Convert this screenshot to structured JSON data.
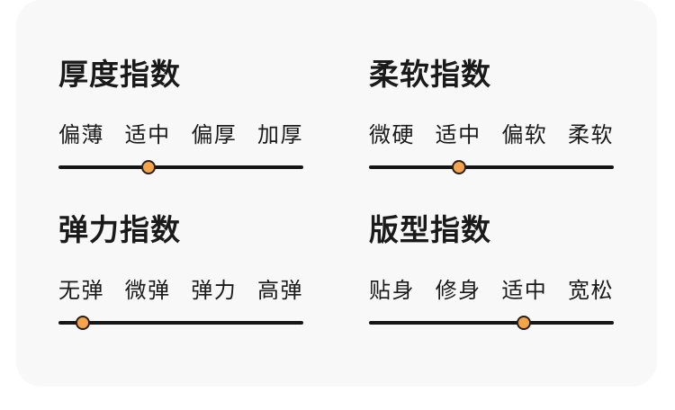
{
  "colors": {
    "page_background": "#ffffff",
    "card_background": "#f8f8f8",
    "text": "#1a1a1a",
    "track": "#151515",
    "dot_fill": "#f5a44b",
    "dot_border": "#26201a"
  },
  "sections": [
    {
      "title": "厚度指数",
      "options": [
        "偏薄",
        "适中",
        "偏厚",
        "加厚"
      ],
      "selected_index": 1,
      "selected_label": "适中"
    },
    {
      "title": "柔软指数",
      "options": [
        "微硬",
        "适中",
        "偏软",
        "柔软"
      ],
      "selected_index": 1,
      "selected_label": "适中"
    },
    {
      "title": "弹力指数",
      "options": [
        "无弹",
        "微弹",
        "弹力",
        "高弹"
      ],
      "selected_index": 0,
      "selected_label": "无弹"
    },
    {
      "title": "版型指数",
      "options": [
        "贴身",
        "修身",
        "适中",
        "宽松"
      ],
      "selected_index": 2,
      "selected_label": "适中"
    }
  ]
}
